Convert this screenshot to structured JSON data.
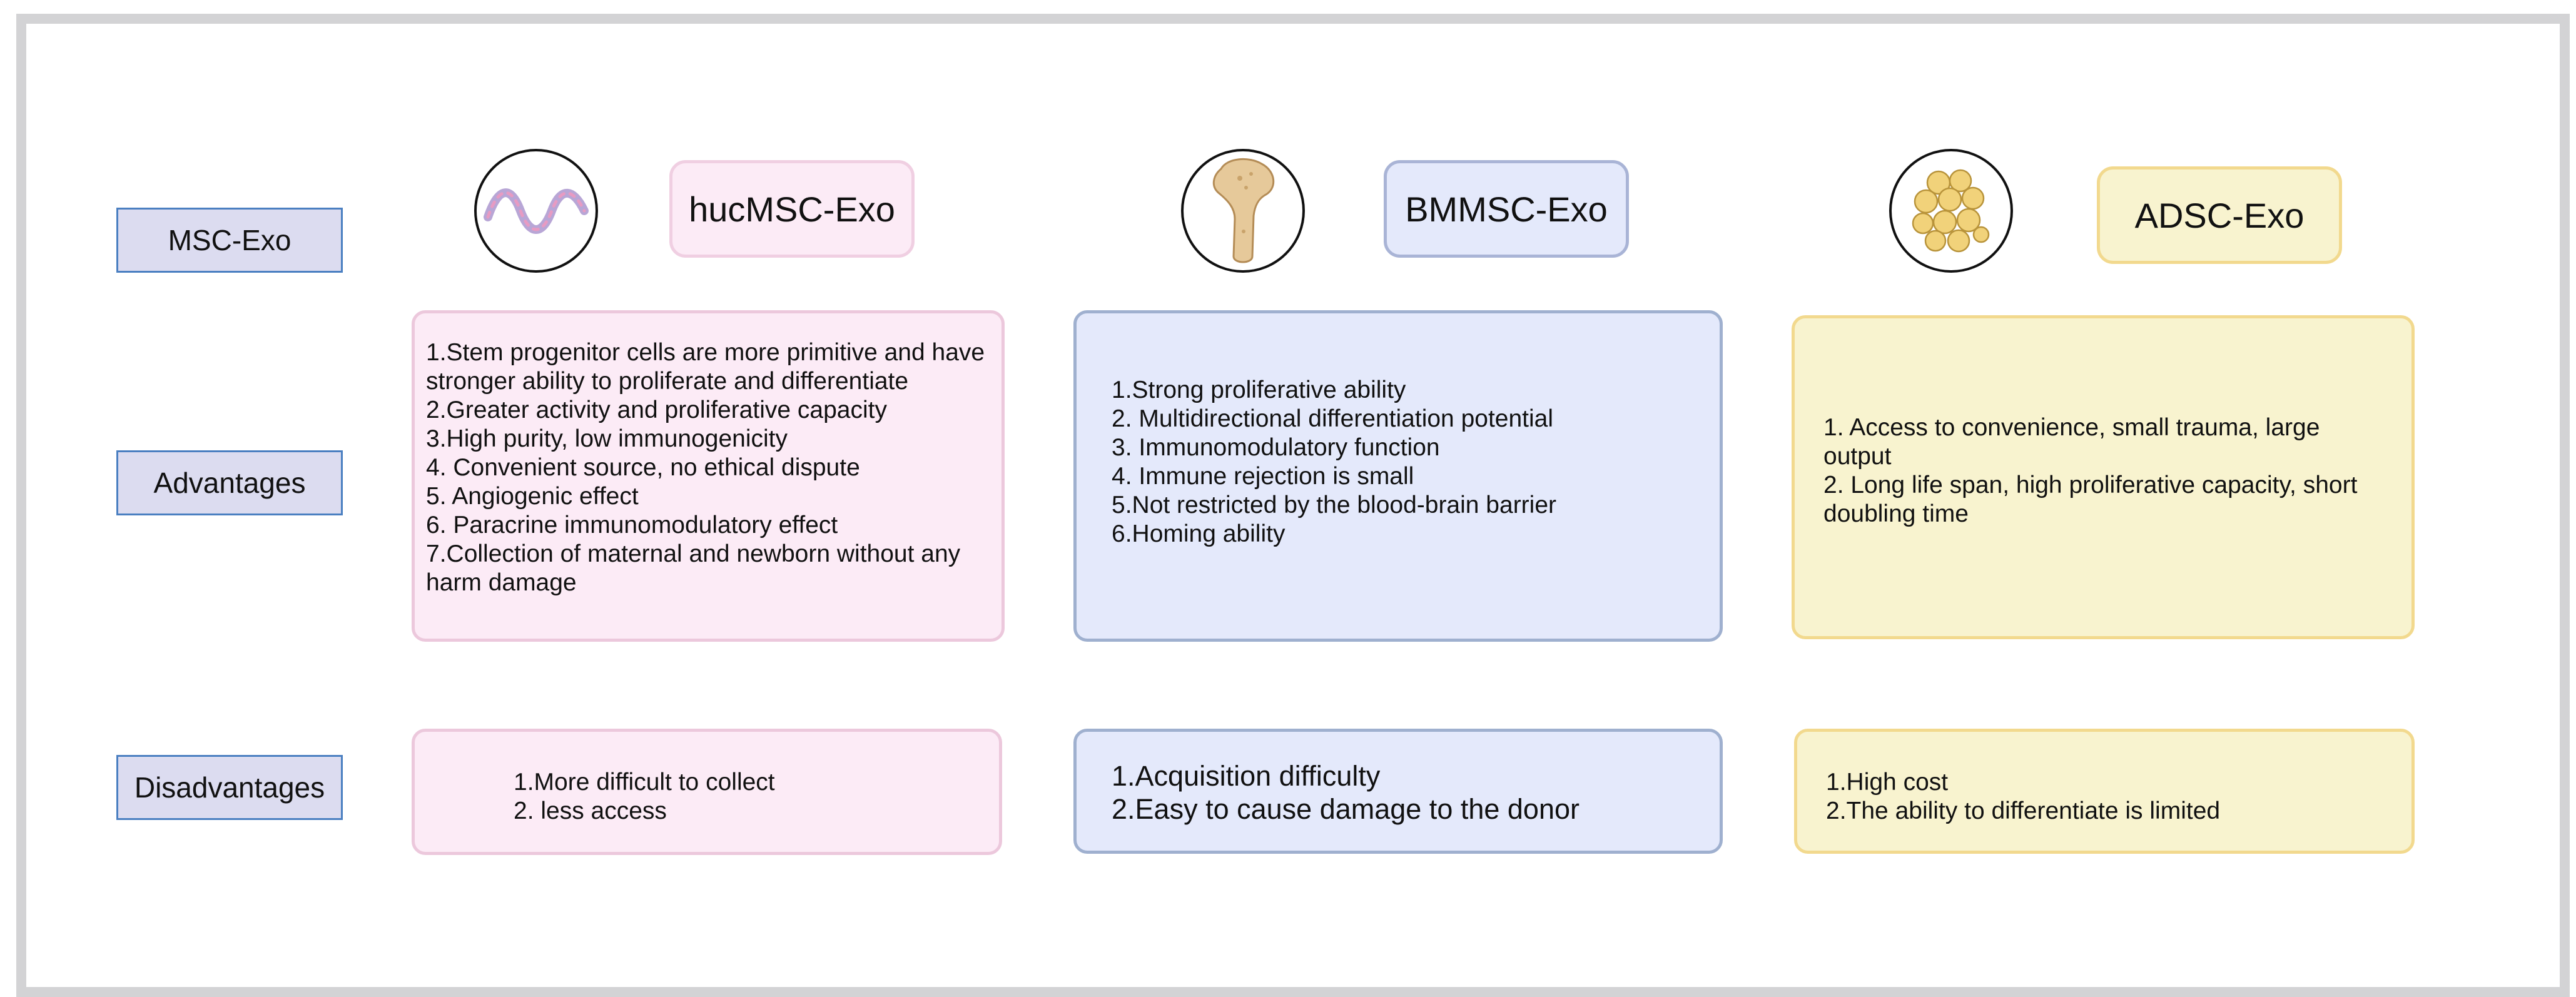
{
  "rows": {
    "header": "MSC-Exo",
    "advantages": "Advantages",
    "disadvantages": "Disadvantages"
  },
  "columns": [
    {
      "title": "hucMSC-Exo",
      "icon": "umbilical-cord-icon",
      "advantages": [
        "1.Stem progenitor cells are more primitive and have stronger ability to proliferate and differentiate",
        "2.Greater activity and proliferative capacity",
        "3.High purity, low immunogenicity",
        "4. Convenient source, no ethical dispute",
        "5. Angiogenic effect",
        "6. Paracrine immunomodulatory effect",
        "7.Collection of maternal and newborn without any harm damage"
      ],
      "disadvantages": [
        "1.More difficult to collect",
        "2. less access"
      ]
    },
    {
      "title": "BMMSC-Exo",
      "icon": "bone-icon",
      "advantages": [
        "1.Strong proliferative ability",
        "2. Multidirectional differentiation potential",
        "3. Immunomodulatory function",
        "4. Immune rejection is small",
        "5.Not restricted by the blood-brain barrier",
        "6.Homing ability"
      ],
      "disadvantages": [
        "1.Acquisition difficulty",
        "2.Easy to cause damage to the donor"
      ]
    },
    {
      "title": "ADSC-Exo",
      "icon": "adipose-cells-icon",
      "advantages": [
        "1. Access to convenience, small trauma, large output",
        "2. Long life span, high proliferative capacity, short doubling time"
      ],
      "disadvantages": [
        "1.High cost",
        "2.The ability to differentiate is limited"
      ]
    }
  ],
  "colors": {
    "pink": "#fcebf6",
    "blue": "#e4e9fb",
    "yellow": "#f8f3cf",
    "row_label": "#dcdcf0"
  }
}
